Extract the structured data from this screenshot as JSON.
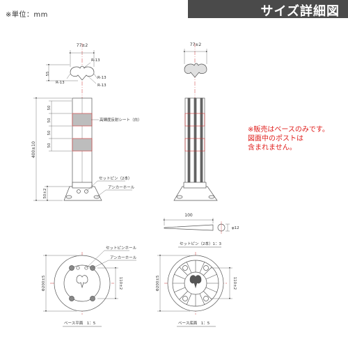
{
  "header": {
    "unit_label": "※単位：mm",
    "title": "サイズ詳細図"
  },
  "note": "※販売はベースのみです。\n図面中のポストは\n含まれません。",
  "front_view": {
    "top_width": "77±2",
    "radius_1": "R-13",
    "radius_2": "R-13",
    "radius_3": "R-13",
    "radius_4": "R-13",
    "top_height": "55",
    "total_height": "400±10",
    "band_1": "50",
    "band_2": "50",
    "band_3": "50",
    "band_4": "50",
    "sheet_callout": "高輝度反射シート（白）",
    "pin_callout": "セットピン（2本）",
    "hole_callout": "アンカーホール",
    "base_height": "50±2"
  },
  "side_view": {
    "top_width": "77±2"
  },
  "pin_view": {
    "length": "100",
    "diameter": "φ12",
    "caption": "セットピン（2本）1：3"
  },
  "base_plan": {
    "pin_hole_label": "セットピンホール",
    "anchor_hole_label": "アンカーホール",
    "diameter": "Φ200±5",
    "inner_size": "110±2",
    "caption": "ベース平面　1：5"
  },
  "base_bottom": {
    "diameter": "Φ200±5",
    "inner_size": "110±2",
    "caption": "ベース底面　1：5"
  }
}
